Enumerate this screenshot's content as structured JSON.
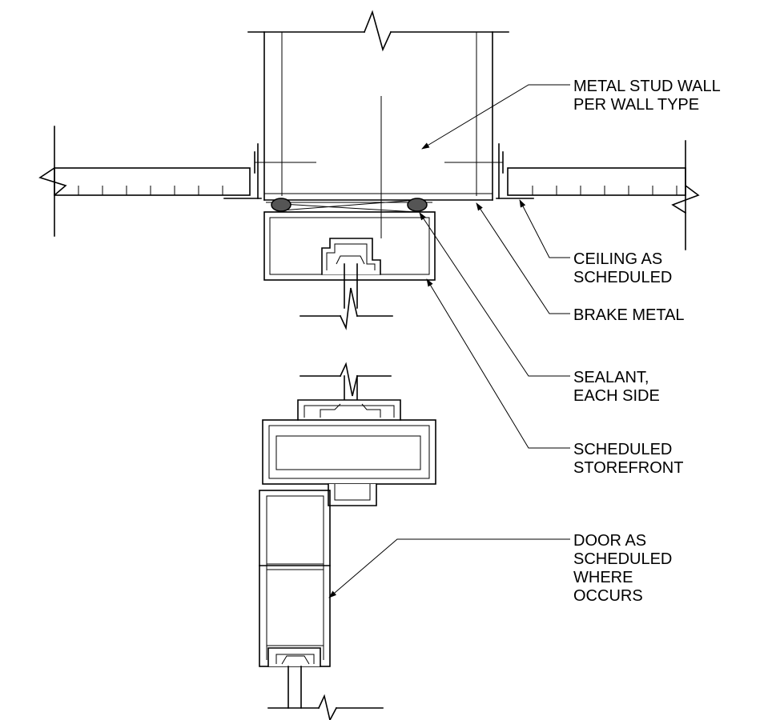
{
  "labels": {
    "metal_stud": [
      "METAL STUD WALL",
      "PER WALL TYPE"
    ],
    "ceiling": [
      "CEILING AS",
      "SCHEDULED"
    ],
    "brake_metal": [
      "BRAKE METAL"
    ],
    "sealant": [
      "SEALANT,",
      "EACH SIDE"
    ],
    "storefront": [
      "SCHEDULED",
      "STOREFRONT"
    ],
    "door": [
      "DOOR AS",
      "SCHEDULED",
      "WHERE",
      "OCCURS"
    ]
  },
  "colors": {
    "line": "#000000",
    "sealant_fill": "#555555",
    "background": "#ffffff"
  }
}
